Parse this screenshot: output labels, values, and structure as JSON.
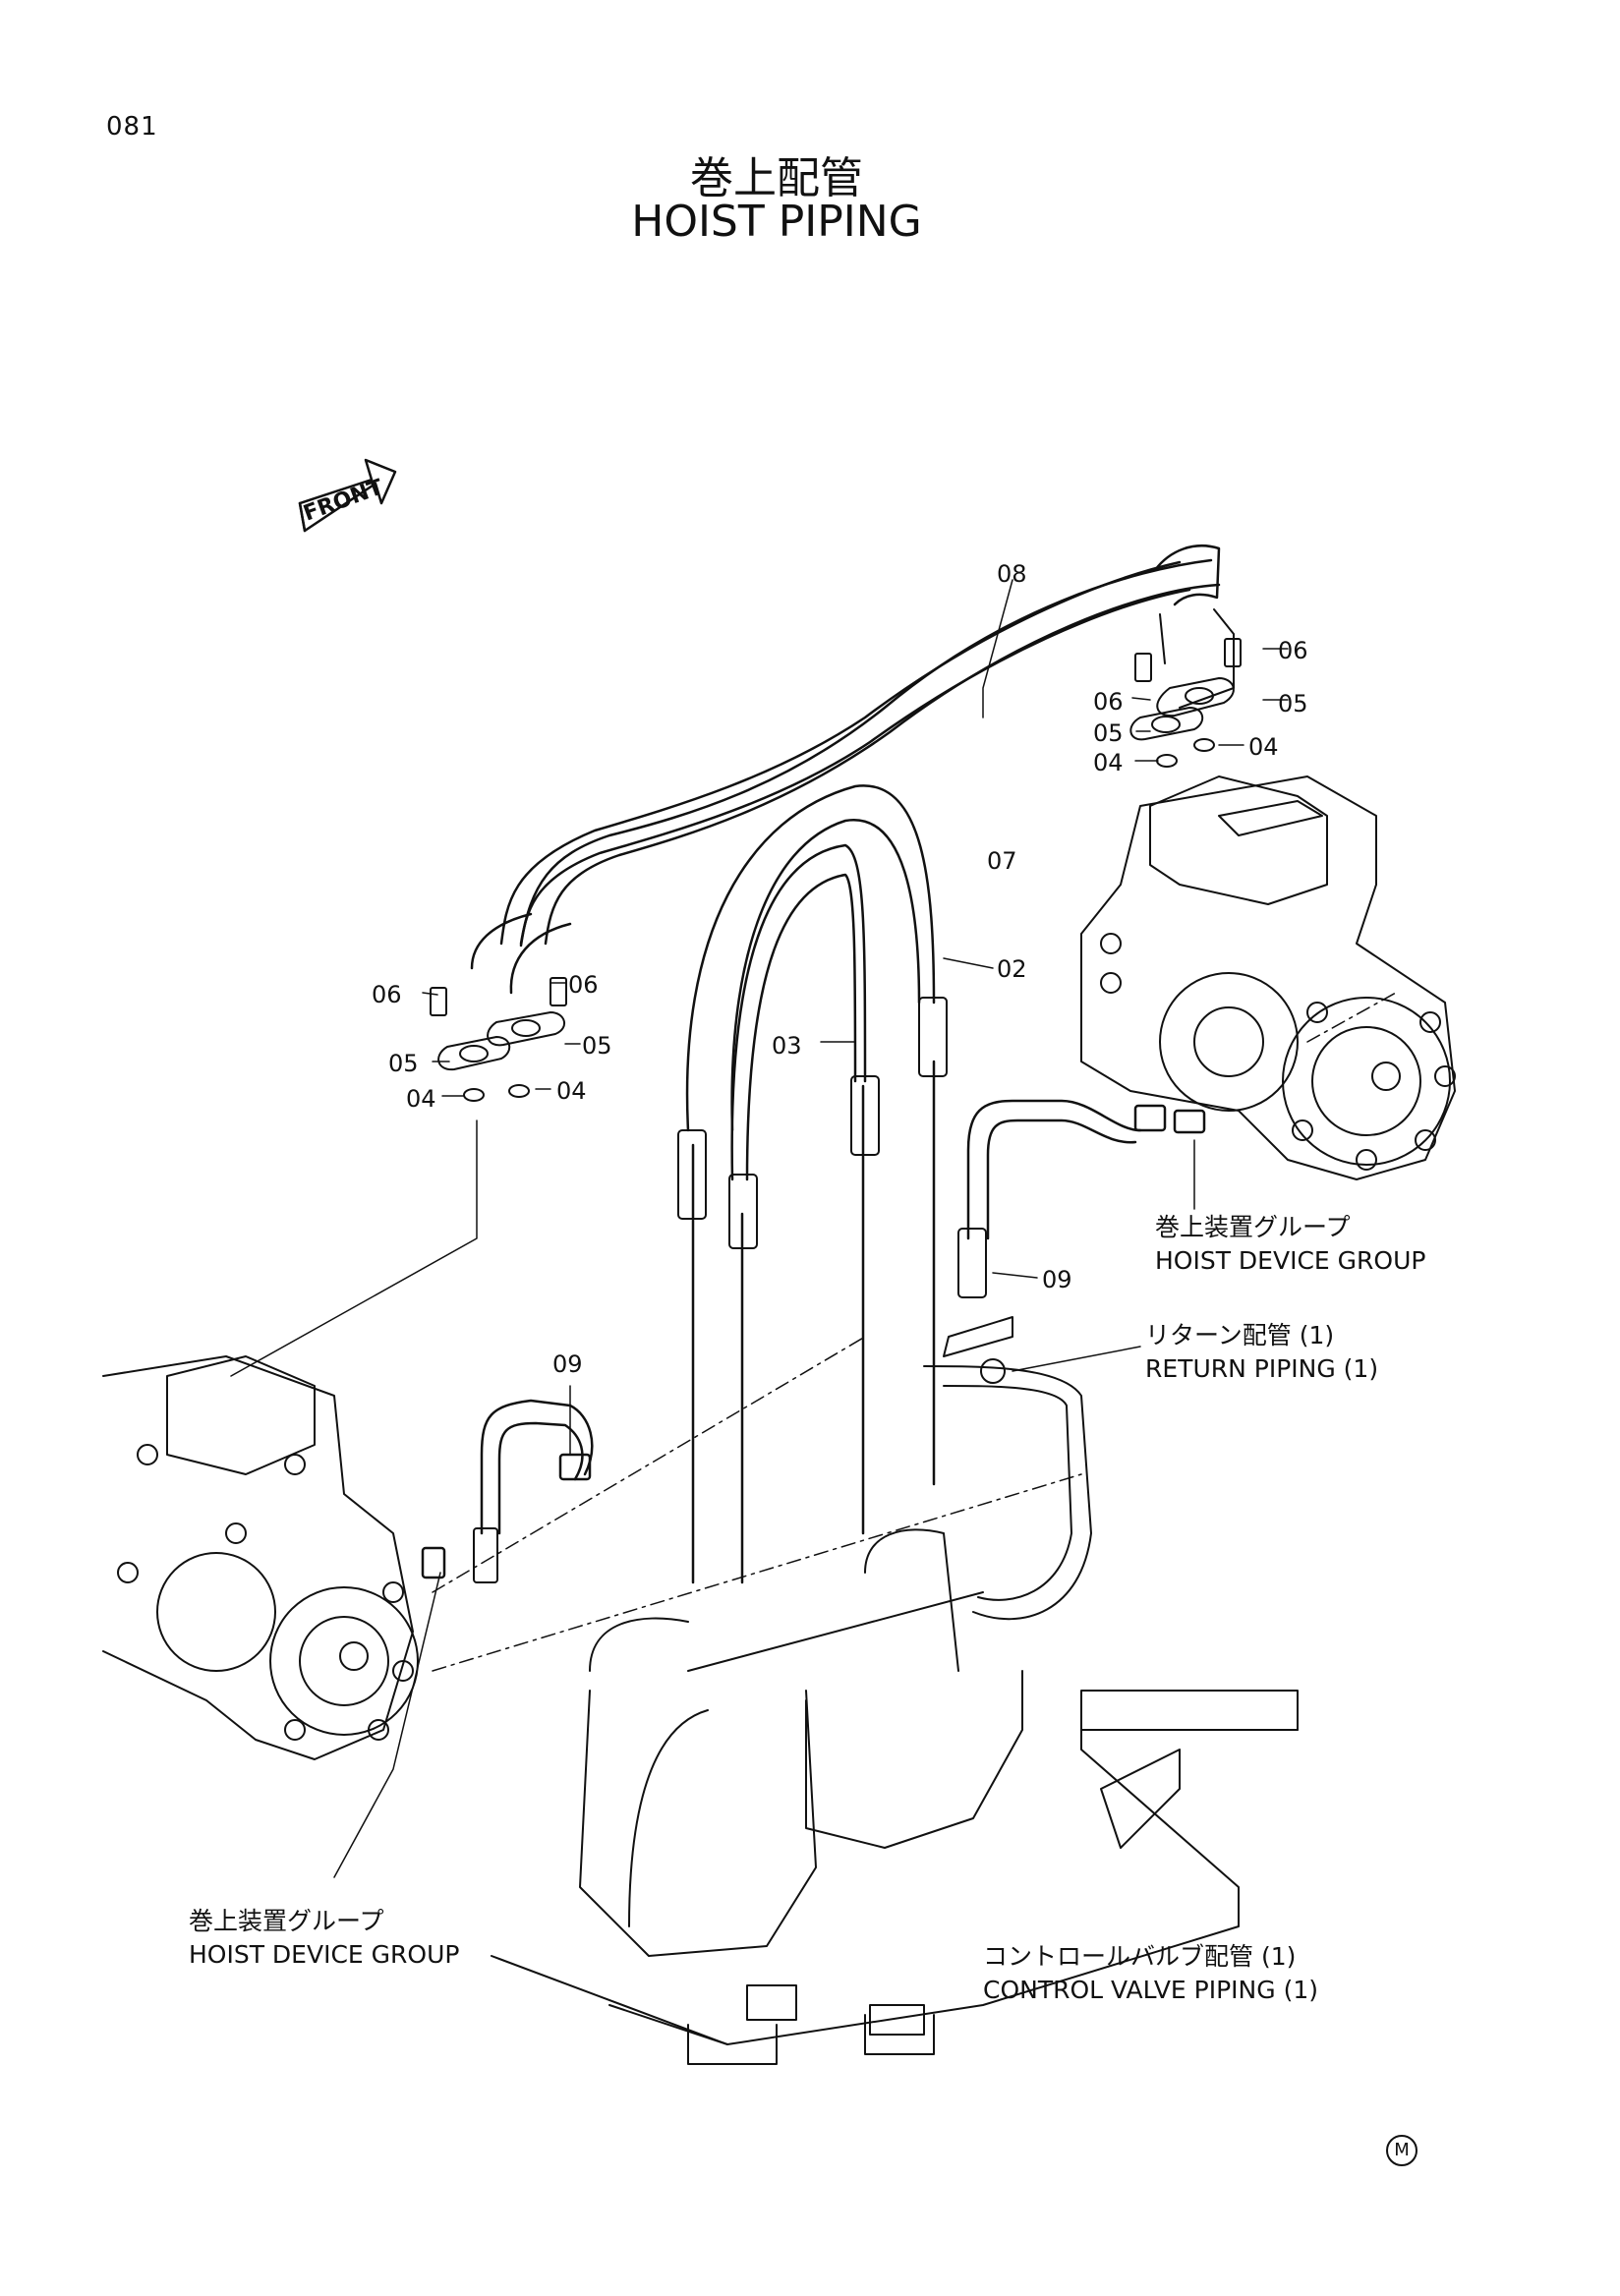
{
  "page_number": "081",
  "title": {
    "ja": "巻上配管",
    "en": "HOIST PIPING"
  },
  "front_label": "FRONT",
  "callouts": {
    "c02": "02",
    "c03": "03",
    "c04a": "04",
    "c04b": "04",
    "c04c": "04",
    "c04d": "04",
    "c05a": "05",
    "c05b": "05",
    "c05c": "05",
    "c05d": "05",
    "c06a": "06",
    "c06b": "06",
    "c06c": "06",
    "c06d": "06",
    "c07": "07",
    "c08": "08",
    "c09a": "09",
    "c09b": "09"
  },
  "labels": {
    "hoist_group_right": {
      "ja": "巻上装置グループ",
      "en": "HOIST DEVICE GROUP"
    },
    "hoist_group_left": {
      "ja": "巻上装置グループ",
      "en": "HOIST DEVICE GROUP"
    },
    "return_piping": {
      "ja": "リターン配管 (1)",
      "en": "RETURN PIPING (1)"
    },
    "control_valve_piping": {
      "ja": "コントロールバルブ配管 (1)",
      "en": "CONTROL VALVE PIPING (1)"
    }
  },
  "mark": "M"
}
